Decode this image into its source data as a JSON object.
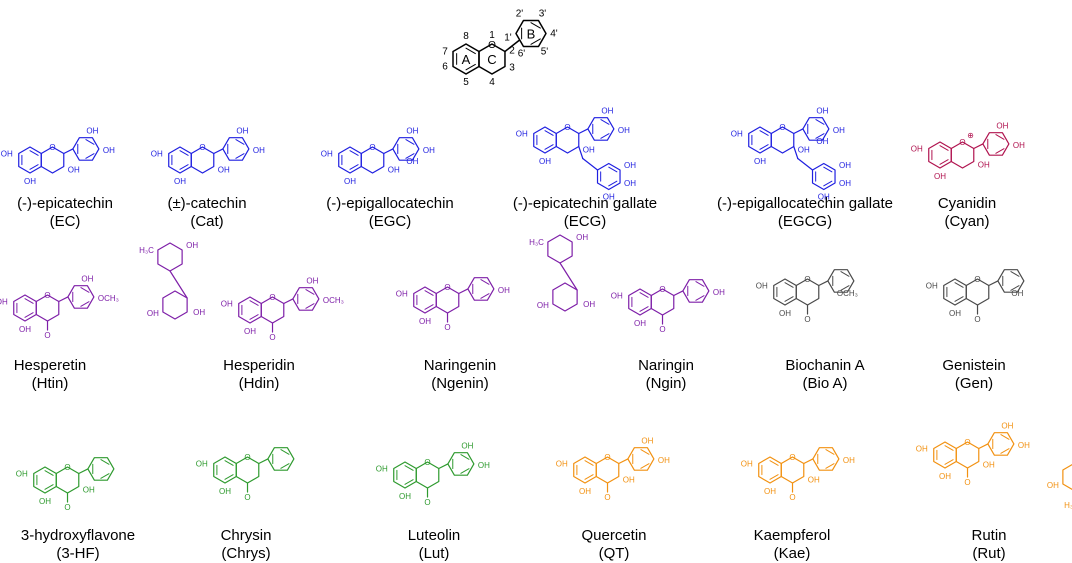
{
  "colors": {
    "catechins": "#1f1fe0",
    "anthocyanidin": "#b0134f",
    "flavanones": "#7e1fa8",
    "isoflavones": "#4a4a4a",
    "flavones": "#2e9a2e",
    "flavonols": "#f29111",
    "core": "#000000"
  },
  "core": {
    "ring_labels": [
      "A",
      "C",
      "B"
    ],
    "position_labels": [
      "1",
      "2",
      "3",
      "4",
      "5",
      "6",
      "7",
      "8",
      "1'",
      "2'",
      "3'",
      "4'",
      "5'",
      "6'"
    ],
    "atom_o": "O"
  },
  "atoms": {
    "oh": "OH",
    "o": "O",
    "och3": "OCH₃",
    "ch3": "H₃C",
    "plus": "⊕"
  },
  "compounds": [
    {
      "name": "(-)-epicatechin",
      "abbr": "(EC)",
      "group": "catechins"
    },
    {
      "name": "(±)-catechin",
      "abbr": "(Cat)",
      "group": "catechins"
    },
    {
      "name": "(-)-epigallocatechin",
      "abbr": "(EGC)",
      "group": "catechins"
    },
    {
      "name": "(-)-epicatechin gallate",
      "abbr": "(ECG)",
      "group": "catechins"
    },
    {
      "name": "(-)-epigallocatechin gallate",
      "abbr": "(EGCG)",
      "group": "catechins"
    },
    {
      "name": "Cyanidin",
      "abbr": "(Cyan)",
      "group": "anthocyanidin"
    },
    {
      "name": "Hesperetin",
      "abbr": "(Htin)",
      "group": "flavanones"
    },
    {
      "name": "Hesperidin",
      "abbr": "(Hdin)",
      "group": "flavanones"
    },
    {
      "name": "Naringenin",
      "abbr": "(Ngenin)",
      "group": "flavanones"
    },
    {
      "name": "Naringin",
      "abbr": "(Ngin)",
      "group": "flavanones"
    },
    {
      "name": "Biochanin A",
      "abbr": "(Bio A)",
      "group": "isoflavones"
    },
    {
      "name": "Genistein",
      "abbr": "(Gen)",
      "group": "isoflavones"
    },
    {
      "name": "3-hydroxyflavone",
      "abbr": "(3-HF)",
      "group": "flavones"
    },
    {
      "name": "Chrysin",
      "abbr": "(Chrys)",
      "group": "flavones"
    },
    {
      "name": "Luteolin",
      "abbr": "(Lut)",
      "group": "flavones"
    },
    {
      "name": "Quercetin",
      "abbr": "(QT)",
      "group": "flavonols"
    },
    {
      "name": "Kaempferol",
      "abbr": "(Kae)",
      "group": "flavonols"
    },
    {
      "name": "Rutin",
      "abbr": "(Rut)",
      "group": "flavonols"
    }
  ]
}
